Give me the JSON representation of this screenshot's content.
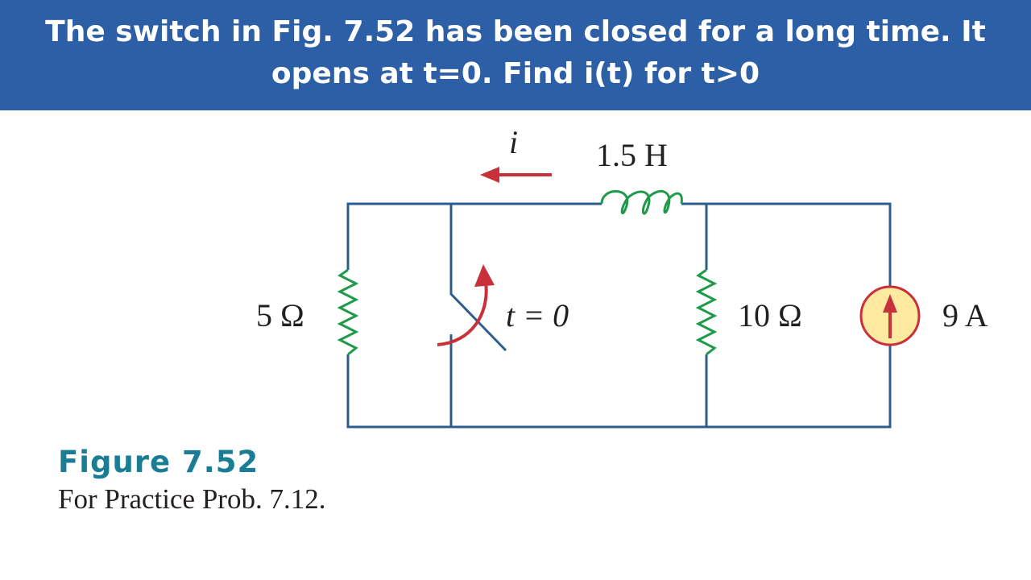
{
  "header": {
    "line1": "The switch in Fig. 7.52 has been closed for a long time. It",
    "line2": "opens at t=0. Find i(t) for t>0"
  },
  "circuit": {
    "current_label": "i",
    "inductor_label": "1.5 H",
    "r1_label": "5 Ω",
    "switch_label": "t = 0",
    "r2_label": "10 Ω",
    "source_label": "9 A"
  },
  "figure": {
    "title": "Figure 7.52",
    "caption": "For Practice Prob. 7.12."
  },
  "colors": {
    "header": "#2c5fa6",
    "wire": "#2e5e8e",
    "component": "#1e9a4a",
    "arrow": "#c8303a",
    "source_fill": "#fde9a0",
    "figure_title": "#1b7d93"
  }
}
